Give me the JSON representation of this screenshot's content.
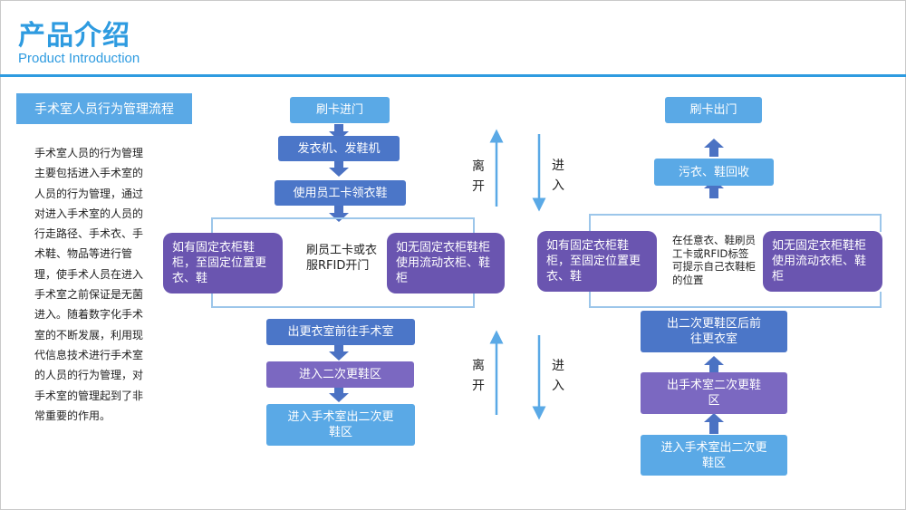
{
  "header": {
    "title_cn": "产品介绍",
    "title_en": "Product Introduction"
  },
  "sidebar": {
    "label": "手术室人员行为管理流程",
    "paragraph": "手术室人员的行为管理主要包括进入手术室的人员的行为管理，通过对进入手术室的人员的行走路径、手术衣、手术鞋、物品等进行管理，使手术人员在进入手术室之前保证是无菌进入。随着数字化手术室的不断发展，利用现代信息技术进行手术室的人员的行为管理，对手术室的管理起到了非常重要的作用。"
  },
  "enter_flow": {
    "swipe_in": "刷卡进门",
    "dispenser": "发衣机、发鞋机",
    "use_card": "使用员工卡领衣鞋",
    "fixed_cabinet": "如有固定衣柜鞋柜，至固定位置更衣、鞋",
    "card_note": "刷员工卡或衣服RFID开门",
    "no_fixed_cabinet": "如无固定衣柜鞋柜使用流动衣柜、鞋柜",
    "exit_changing": "出更衣室前往手术室",
    "enter_second": "进入二次更鞋区",
    "enter_or": "进入手术室出二次更鞋区"
  },
  "direction_labels": {
    "leave": "离开",
    "enter": "进入"
  },
  "exit_flow": {
    "swipe_out": "刷卡出门",
    "recycle": "污衣、鞋回收",
    "fixed_cabinet": "如有固定衣柜鞋柜，至固定位置更衣、鞋",
    "rfid_note": "在任意衣、鞋刷员工卡或RFID标签可提示自己衣鞋柜的位置",
    "no_fixed_cabinet": "如无固定衣柜鞋柜使用流动衣柜、鞋柜",
    "exit_second": "出二次更鞋区后前往更衣室",
    "exit_or": "出手术室二次更鞋区",
    "enter_or": "进入手术室出二次更鞋区"
  },
  "colors": {
    "accent": "#2e9be0",
    "light_blue": "#5aa9e6",
    "mid_blue": "#4b76c8",
    "purple": "#7b68c1",
    "deep_purple": "#6a55b0",
    "arrow": "#4b72c3"
  }
}
